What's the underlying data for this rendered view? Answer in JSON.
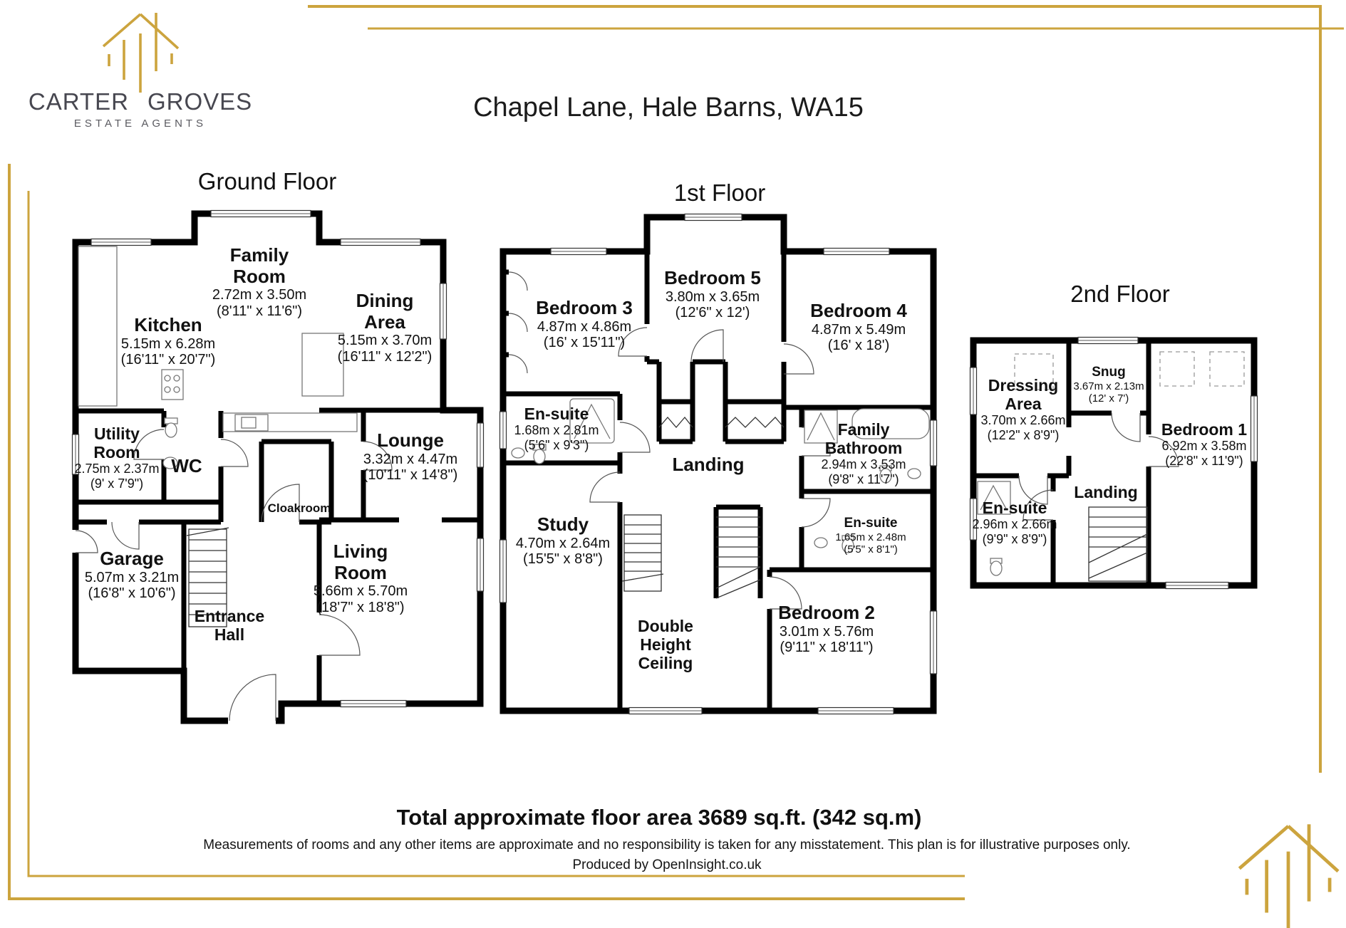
{
  "brand": {
    "name_left": "CARTER",
    "name_right": "GROVES",
    "tagline": "ESTATE AGENTS"
  },
  "title": "Chapel Lane, Hale Barns, WA15",
  "colors": {
    "gold": "#CCA43E",
    "ink": "#000000",
    "brand_gray": "#474750"
  },
  "icons": {
    "logo": "house-outline",
    "decor": "house-outline"
  },
  "floors": [
    {
      "label": "Ground Floor",
      "rooms": [
        {
          "n1": "Family",
          "n2": "Room",
          "m": "2.72m x 3.50m",
          "f": "(8'11\" x 11'6\")"
        },
        {
          "n1": "Dining",
          "n2": "Area",
          "m": "5.15m x 3.70m",
          "f": "(16'11\" x 12'2\")"
        },
        {
          "n1": "Kitchen",
          "m": "5.15m x 6.28m",
          "f": "(16'11\" x 20'7\")"
        },
        {
          "n1": "Utility",
          "n2": "Room",
          "m": "2.75m x 2.37m",
          "f": "(9' x 7'9\")"
        },
        {
          "n1": "WC"
        },
        {
          "n1": "Cloak­room"
        },
        {
          "n1": "Lounge",
          "m": "3.32m x 4.47m",
          "f": "(10'11\" x 14'8\")"
        },
        {
          "n1": "Garage",
          "m": "5.07m x 3.21m",
          "f": "(16'8\" x 10'6\")"
        },
        {
          "n1": "Entrance",
          "n2": "Hall"
        },
        {
          "n1": "Living",
          "n2": "Room",
          "m": "5.66m x 5.70m",
          "f": "(18'7\" x 18'8\")"
        }
      ]
    },
    {
      "label": "1st Floor",
      "rooms": [
        {
          "n1": "Bedroom 3",
          "m": "4.87m x 4.86m",
          "f": "(16' x 15'11\")"
        },
        {
          "n1": "Bedroom 5",
          "m": "3.80m x 3.65m",
          "f": "(12'6\" x 12')"
        },
        {
          "n1": "Bedroom 4",
          "m": "4.87m x 5.49m",
          "f": "(16' x 18')"
        },
        {
          "n1": "En-suite",
          "m": "1.68m x 2.81m",
          "f": "(5'6\" x 9'3\")"
        },
        {
          "n1": "Landing"
        },
        {
          "n1": "Study",
          "m": "4.70m x 2.64m",
          "f": "(15'5\" x 8'8\")"
        },
        {
          "n1": "Family",
          "n2": "Bathroom",
          "m": "2.94m x 3.53m",
          "f": "(9'8\" x 11'7\")"
        },
        {
          "n1": "En-suite",
          "m": "1.65m x 2.48m",
          "f": "(5'5\" x 8'1\")"
        },
        {
          "n1": "Bedroom 2",
          "m": "3.01m x 5.76m",
          "f": "(9'11\" x 18'11\")"
        },
        {
          "n1": "Double",
          "n2": "Height",
          "n3": "Ceiling"
        }
      ]
    },
    {
      "label": "2nd Floor",
      "rooms": [
        {
          "n1": "Dressing",
          "n2": "Area",
          "m": "3.70m x 2.66m",
          "f": "(12'2\" x 8'9\")"
        },
        {
          "n1": "Snug",
          "m": "3.67m x 2.13m",
          "f": "(12' x 7')"
        },
        {
          "n1": "Bedroom 1",
          "m": "6.92m x 3.58m",
          "f": "(22'8\" x 11'9\")"
        },
        {
          "n1": "En-suite",
          "m": "2.96m x 2.66m",
          "f": "(9'9\" x 8'9\")"
        },
        {
          "n1": "Landing"
        }
      ]
    }
  ],
  "footer": {
    "total": "Total approximate floor area 3689 sq.ft. (342 sq.m)",
    "disclaimer": "Measurements of rooms and any other items are approximate and no responsibility is taken for any misstatement. This plan is for illustrative purposes only.",
    "produced": "Produced by OpenInsight.co.uk"
  }
}
